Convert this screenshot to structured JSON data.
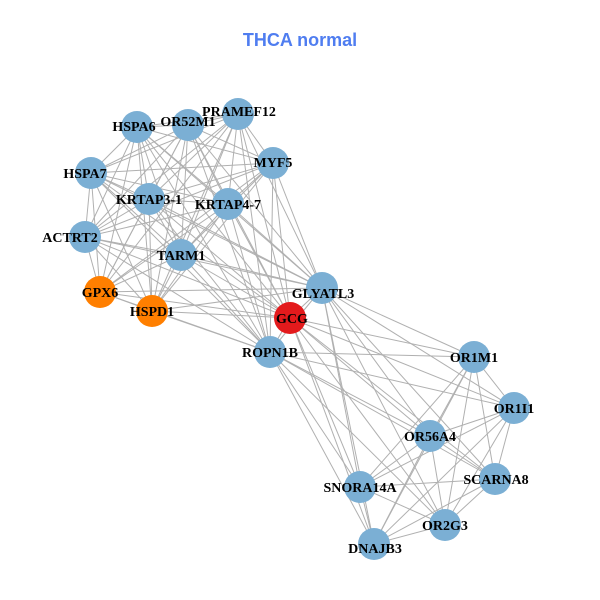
{
  "title": "THCA normal",
  "colors": {
    "default": "#7bafd4",
    "orange": "#ff7f00",
    "red": "#e31a1c",
    "edge": "#b0b0b0",
    "title": "#4f7df0"
  },
  "nodes": [
    {
      "id": "HSPA6",
      "color": "default"
    },
    {
      "id": "OR52M1",
      "color": "default"
    },
    {
      "id": "PRAMEF12",
      "color": "default"
    },
    {
      "id": "MYF5",
      "color": "default"
    },
    {
      "id": "HSPA7",
      "color": "default"
    },
    {
      "id": "KRTAP3-1",
      "color": "default"
    },
    {
      "id": "KRTAP4-7",
      "color": "default"
    },
    {
      "id": "ACTRT2",
      "color": "default"
    },
    {
      "id": "TARM1",
      "color": "default"
    },
    {
      "id": "GPX6",
      "color": "orange"
    },
    {
      "id": "HSPD1",
      "color": "orange"
    },
    {
      "id": "GLYATL3",
      "color": "default"
    },
    {
      "id": "GCG",
      "color": "red"
    },
    {
      "id": "ROPN1B",
      "color": "default"
    },
    {
      "id": "OR1M1",
      "color": "default"
    },
    {
      "id": "OR1I1",
      "color": "default"
    },
    {
      "id": "OR56A4",
      "color": "default"
    },
    {
      "id": "SCARNA8",
      "color": "default"
    },
    {
      "id": "SNORA14A",
      "color": "default"
    },
    {
      "id": "OR2G3",
      "color": "default"
    },
    {
      "id": "DNAJB3",
      "color": "default"
    }
  ],
  "cliques": [
    [
      "HSPA6",
      "OR52M1",
      "PRAMEF12",
      "MYF5",
      "HSPA7",
      "KRTAP3-1",
      "KRTAP4-7",
      "ACTRT2",
      "TARM1",
      "GPX6",
      "HSPD1",
      "GLYATL3",
      "GCG",
      "ROPN1B"
    ],
    [
      "OR1M1",
      "OR1I1",
      "OR56A4",
      "SCARNA8",
      "SNORA14A",
      "OR2G3",
      "DNAJB3",
      "GCG",
      "GLYATL3",
      "ROPN1B"
    ]
  ]
}
